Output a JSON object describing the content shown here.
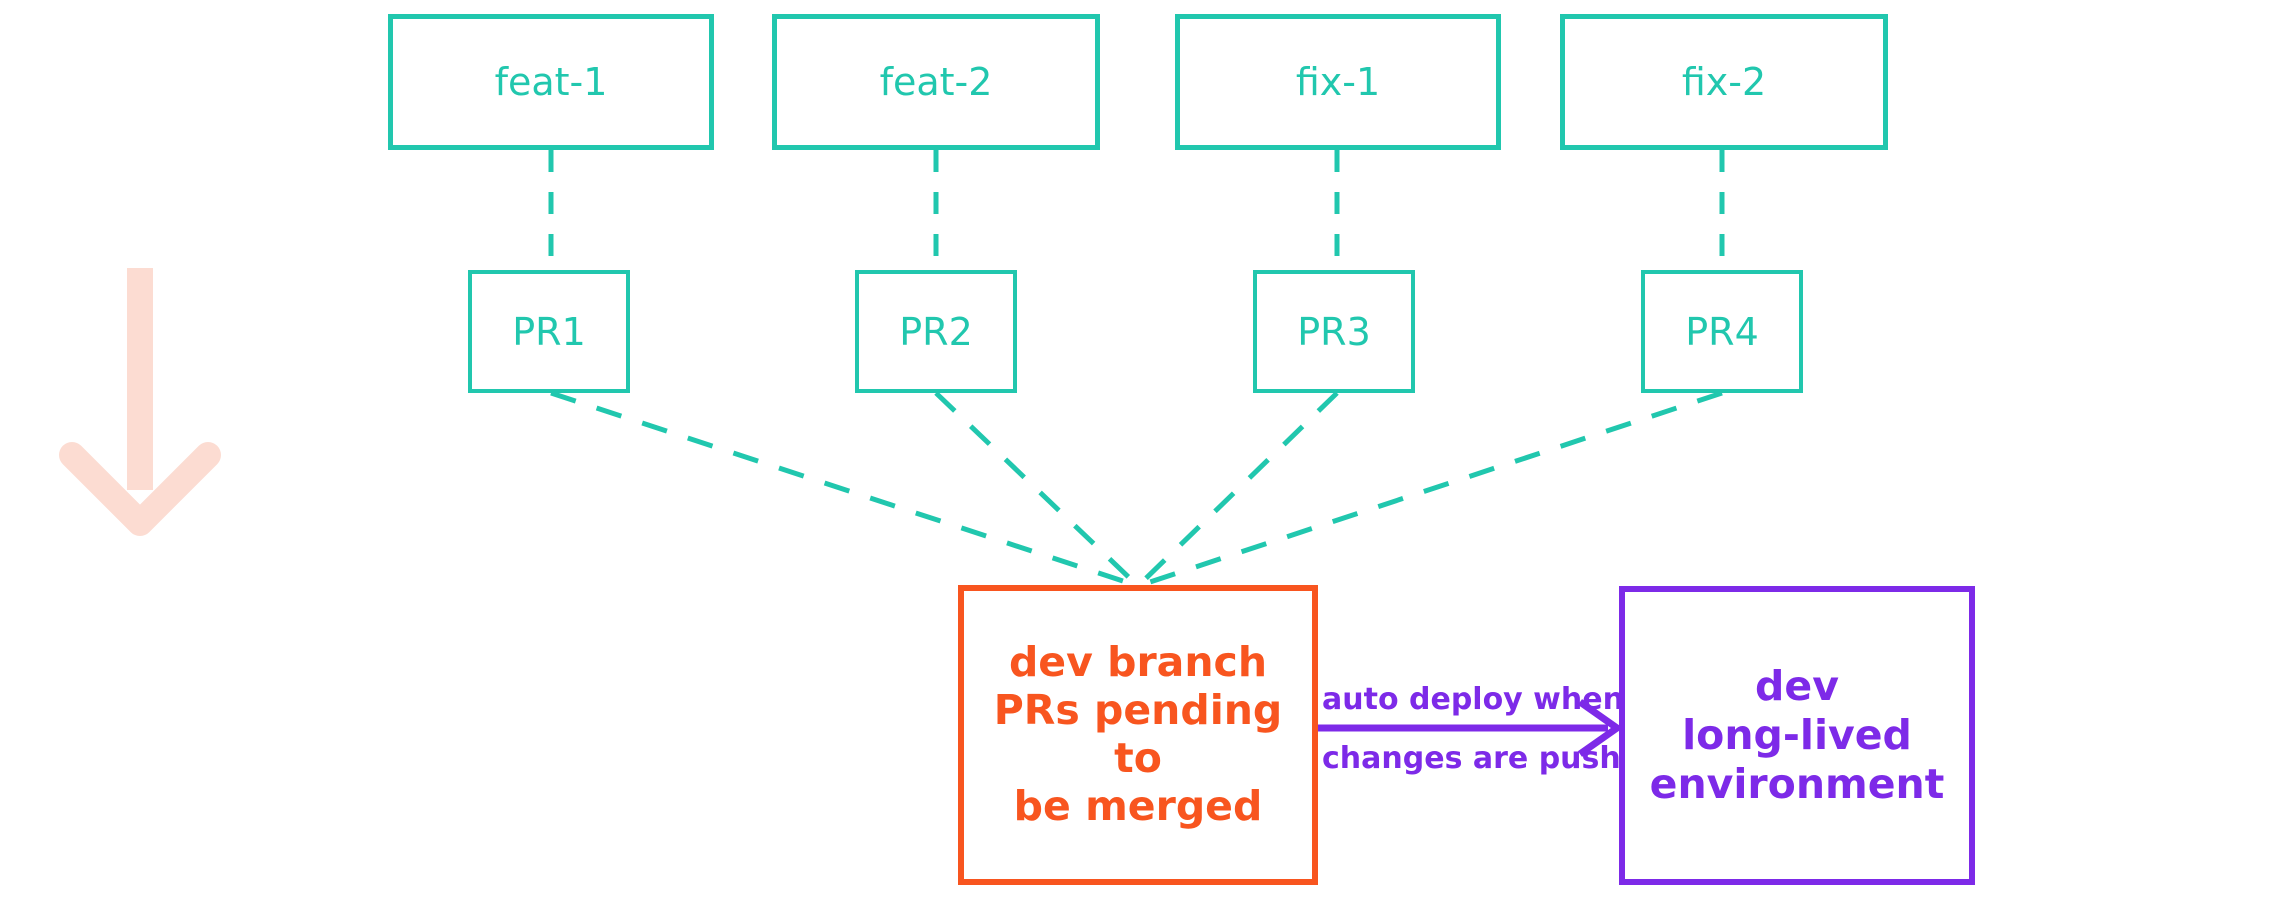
{
  "diagram": {
    "title_hidden": "",
    "colors": {
      "teal": "#21c7ae",
      "orange": "#f8551f",
      "purple": "#7d2ae8",
      "pink_arrow": "#fcdcd2",
      "background": "#ffffff"
    },
    "flow_arrow": {
      "name": "downward-flow-arrow",
      "direction": "down",
      "color": "#fcdcd2"
    },
    "source_branches": [
      {
        "label": "feat-1"
      },
      {
        "label": "feat-2"
      },
      {
        "label": "fix-1"
      },
      {
        "label": "fix-2"
      }
    ],
    "pull_requests": [
      {
        "label": "PR1"
      },
      {
        "label": "PR2"
      },
      {
        "label": "PR3"
      },
      {
        "label": "PR4"
      }
    ],
    "dev_branch": {
      "title_strong": "dev",
      "title_rest": " branch",
      "subtitle_line1": "PRs pending to",
      "subtitle_line2": "be merged"
    },
    "deploy_arrow": {
      "label_line1": "auto deploy when",
      "label_line2": "changes are pushed"
    },
    "dev_environment": {
      "title": "dev",
      "subtitle_line1": "long-lived",
      "subtitle_line2": "environment"
    }
  }
}
